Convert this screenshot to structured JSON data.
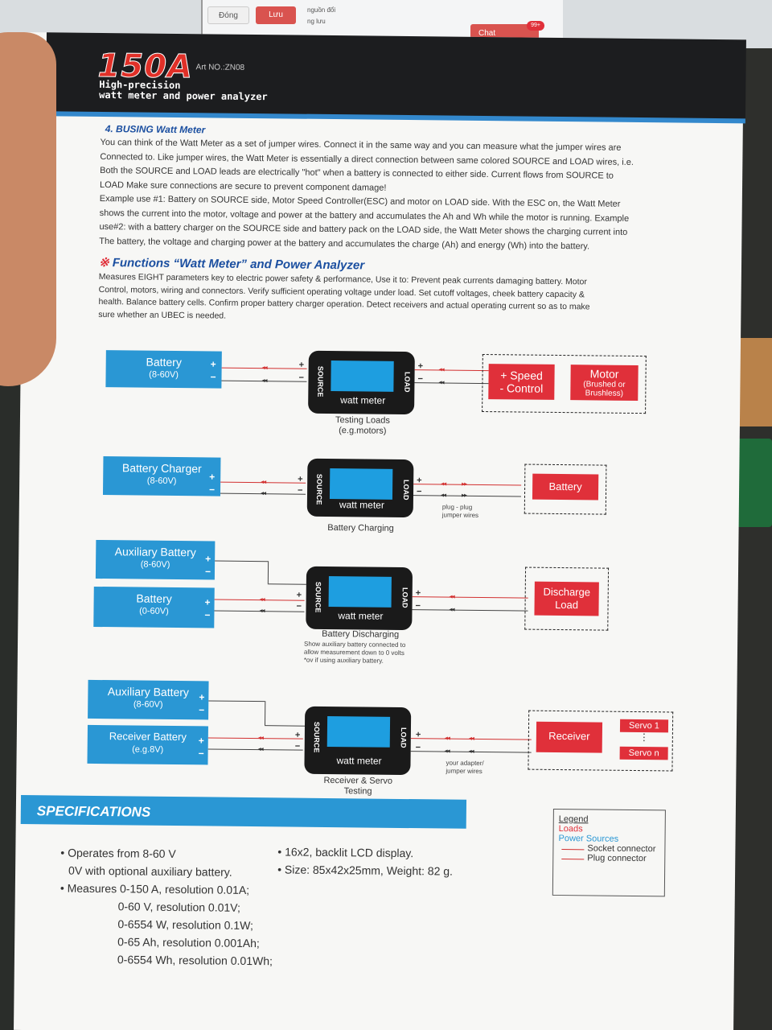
{
  "background_ui": {
    "button_gray": "Đóng",
    "button_red": "Lưu",
    "note_line1": "nguồn đổi",
    "note_line2": "ng lưu",
    "chat_label": "Chat",
    "chat_badge": "99+"
  },
  "header": {
    "title": "150A",
    "art_no": "Art NO.:ZN08",
    "subtitle_line1": "High-precision",
    "subtitle_line2": "watt meter and power analyzer"
  },
  "section4": {
    "heading": "4. BUSING Watt Meter",
    "lines": [
      "You can think of the Watt Meter as a set of jumper wires. Connect it in the same way and you can measure what the jumper wires are",
      "Connected to. Like jumper wires, the Watt Meter is essentially a direct connection between same colored SOURCE and LOAD wires, i.e.",
      "Both the SOURCE and LOAD leads are electrically \"hot\" when a battery is connected to either side. Current flows from SOURCE to",
      "LOAD Make sure connections are secure to prevent component damage!",
      "Example use #1: Battery on SOURCE side, Motor Speed Controller(ESC) and motor on LOAD side. With the ESC on, the Watt Meter",
      "shows the current into the motor, voltage and power at the battery and accumulates the Ah and Wh while the motor is running. Example",
      "use#2: with a battery charger on the SOURCE side and battery pack on the LOAD side, the Watt Meter shows the charging current into",
      "The battery, the voltage and charging power at the battery and accumulates the charge (Ah) and energy (Wh) into the battery."
    ]
  },
  "functions": {
    "star": "※",
    "heading": "Functions “Watt Meter” and Power Analyzer",
    "lines": [
      "Measures EIGHT parameters key to electric power safety & performance, Use it to: Prevent peak currents damaging battery. Motor",
      "Control, motors, wiring and connectors. Verify sufficient operating voltage under load. Set cutoff voltages, cheek battery capacity &",
      "health. Balance battery cells. Confirm proper battery charger operation. Detect receivers and actual operating current so as to make",
      "sure whether an UBEC is needed."
    ]
  },
  "meter": {
    "source": "SOURCE",
    "load": "LOAD",
    "label": "watt meter"
  },
  "signs": {
    "plus": "+",
    "minus": "−",
    "arrows": "◂◂",
    "arrows_out": "▸▸"
  },
  "diagram1": {
    "battery": "Battery",
    "battery_range": "(8-60V)",
    "esc_line1": "+ Speed",
    "esc_line2": "- Control",
    "motor": "Motor",
    "motor_sub": "(Brushed or Brushless)",
    "caption_line1": "Testing Loads",
    "caption_line2": "(e.g.motors)"
  },
  "diagram2": {
    "charger": "Battery Charger",
    "charger_range": "(8-60V)",
    "battery": "Battery",
    "plug_note_line1": "plug - plug",
    "plug_note_line2": "jumper wires",
    "caption": "Battery Charging"
  },
  "diagram3": {
    "aux_battery": "Auxiliary Battery",
    "aux_range": "(8-60V)",
    "battery": "Battery",
    "battery_range": "(0-60V)",
    "discharge_line1": "Discharge",
    "discharge_line2": "Load",
    "caption": "Battery Discharging",
    "note_line1": "Show auxiliary battery connected to",
    "note_line2": "allow measurement down to 0 volts",
    "note_line3": "*ov if using auxiliary battery."
  },
  "diagram4": {
    "aux_battery": "Auxiliary Battery",
    "aux_range": "(8-60V)",
    "receiver_battery": "Receiver Battery",
    "receiver_range": "(e.g.8V)",
    "receiver": "Receiver",
    "servo1": "Servo 1",
    "servon": "Servo n",
    "dots": "⋮",
    "adapter_line1": "your adapter/",
    "adapter_line2": "jumper wires",
    "caption_line1": "Receiver & Servo",
    "caption_line2": "Testing"
  },
  "specifications": {
    "heading": "SPECIFICATIONS",
    "bullet": "•",
    "left": [
      "Operates from 8-60 V",
      "0V with optional auxiliary battery.",
      "Measures 0-150 A, resolution 0.01A;",
      "0-60 V, resolution 0.01V;",
      "0-6554 W, resolution 0.1W;",
      "0-65 Ah, resolution 0.001Ah;",
      "0-6554 Wh, resolution 0.01Wh;"
    ],
    "right": [
      "16x2, backlit LCD display.",
      "Size: 85x42x25mm, Weight: 82 g."
    ]
  },
  "legend": {
    "title": "Legend",
    "loads": "Loads",
    "power_sources": "Power Sources",
    "socket": "Socket connector",
    "plug": "Plug connector"
  },
  "colors": {
    "accent_blue": "#2a97d4",
    "accent_red": "#e0303a",
    "header_dark": "#1c1d1f",
    "heading_blue": "#1b4fa0"
  }
}
